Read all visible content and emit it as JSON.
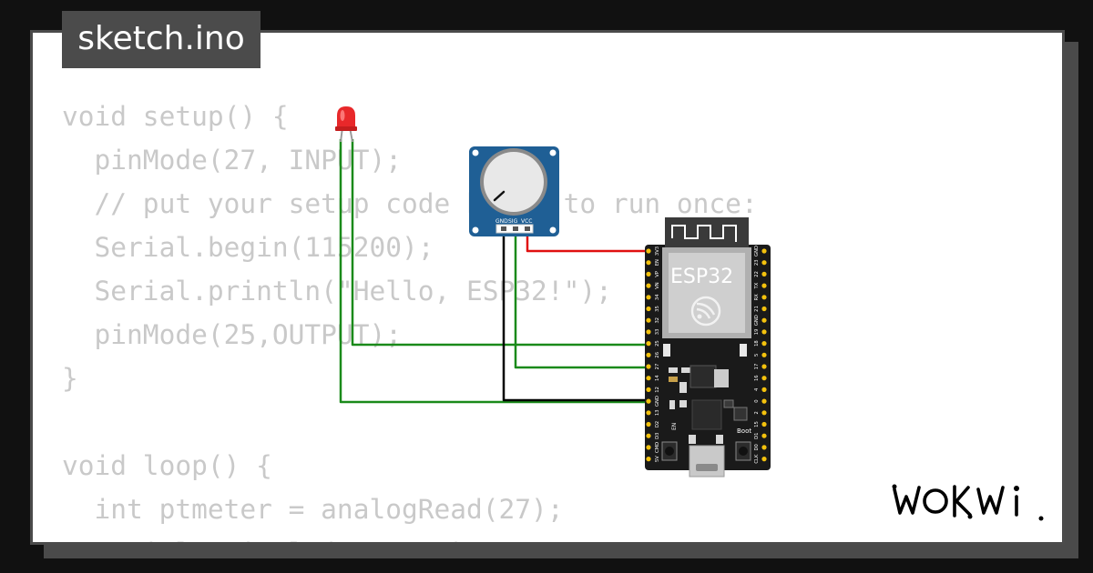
{
  "sketch_title": "sketch.ino",
  "code_lines": [
    "void setup() {",
    "  pinMode(27, INPUT);",
    "  // put your setup code here, to run once:",
    "  Serial.begin(115200);",
    "  Serial.println(\"Hello, ESP32!\");",
    "  pinMode(25,OUTPUT);",
    "}",
    "",
    "void loop() {",
    "  int ptmeter = analogRead(27);",
    "  Serial.println(ptmeter);"
  ],
  "board": {
    "chip_label": "ESP32",
    "boot_label": "Boot",
    "en_label": "EN",
    "left_pins": [
      "3V3",
      "EN",
      "VP",
      "VN",
      "34",
      "35",
      "32",
      "33",
      "25",
      "26",
      "27",
      "14",
      "12",
      "GND",
      "13",
      "D2",
      "D3",
      "CMD",
      "5V"
    ],
    "right_pins": [
      "GND",
      "23",
      "22",
      "TX",
      "RX",
      "21",
      "GND",
      "19",
      "18",
      "5",
      "17",
      "16",
      "4",
      "0",
      "2",
      "15",
      "D1",
      "D0",
      "CLK"
    ]
  },
  "potentiometer": {
    "pin_labels": [
      "GND",
      "SIG",
      "VCC"
    ]
  },
  "colors": {
    "wire_green": "#1a8a1a",
    "wire_red": "#e01010",
    "wire_black": "#000000",
    "pot_blue": "#1f5f95",
    "board_black": "#1a1a1a",
    "led_red": "#e8282a"
  },
  "logo_alt": "WOKWI"
}
